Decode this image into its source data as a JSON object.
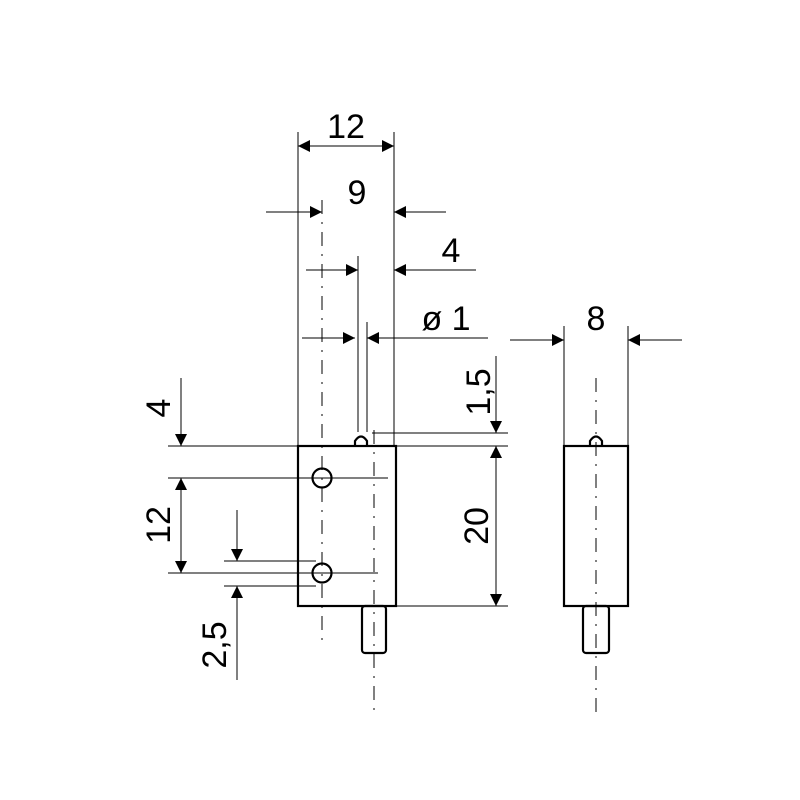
{
  "dimensions": {
    "width_total": "12",
    "width_hole_offset": "9",
    "pin_offset": "4",
    "pin_diameter": "ø 1",
    "side_width": "8",
    "top_hole_offset": "4",
    "hole_spacing": "12",
    "hole_bottom_offset": "2,5",
    "pin_height": "1,5",
    "body_height": "20"
  }
}
